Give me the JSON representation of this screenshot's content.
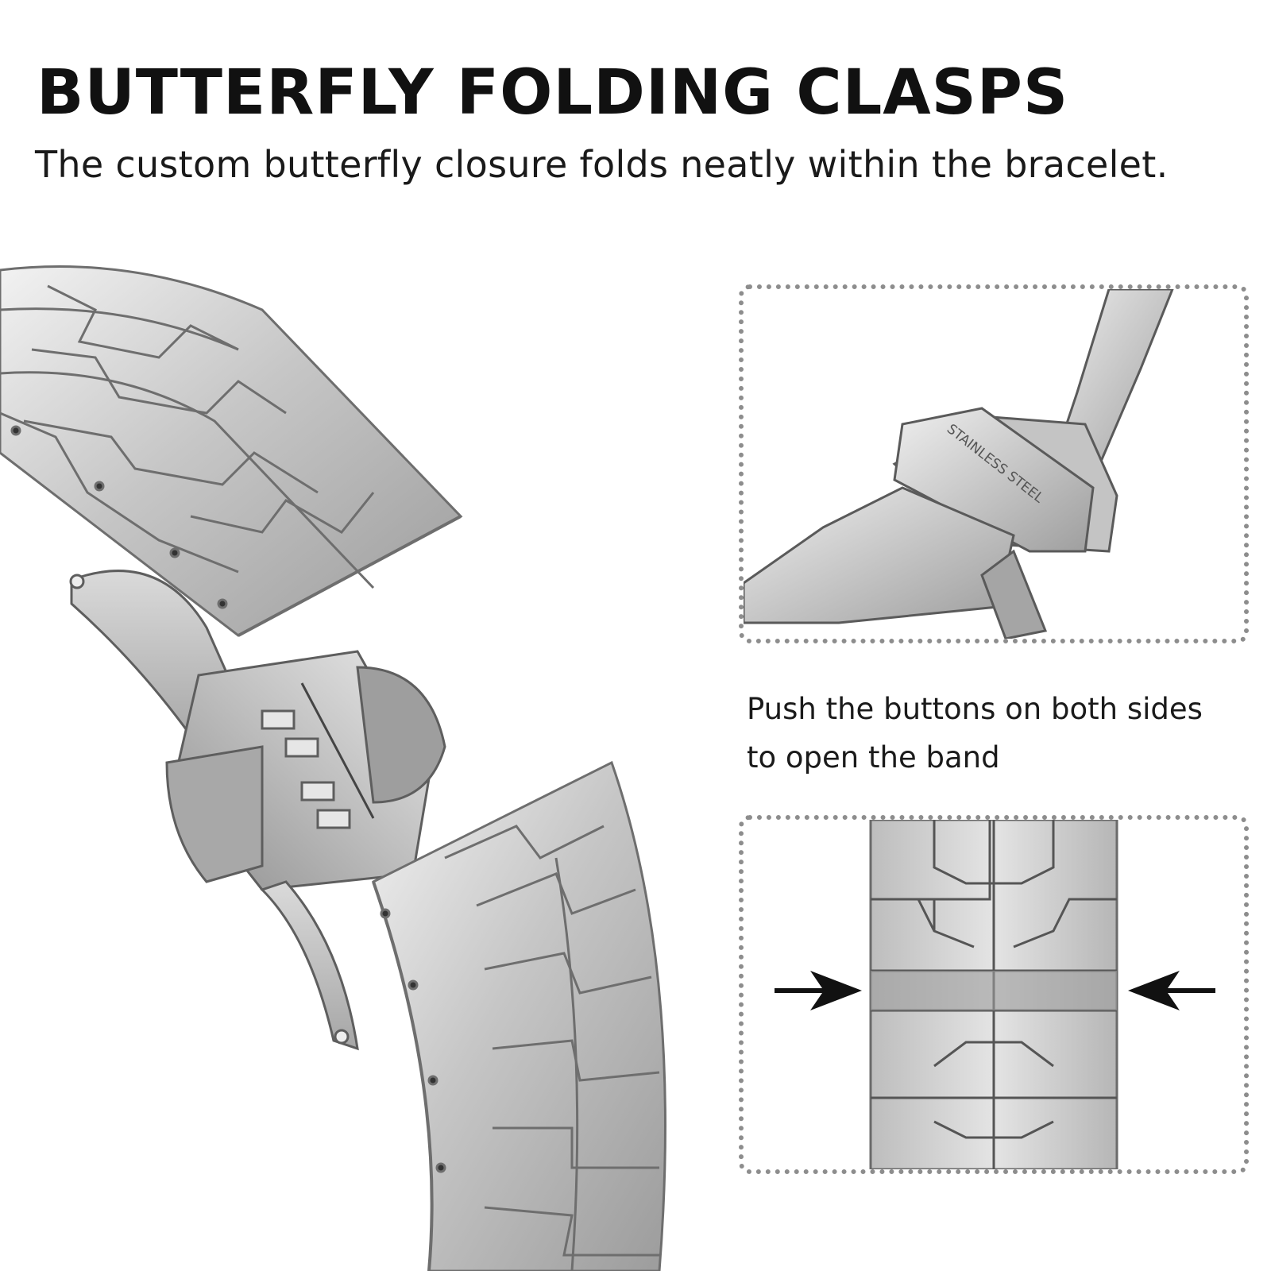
{
  "header": {
    "title": "BUTTERFLY FOLDING CLASPS",
    "subtitle": "The custom butterfly closure folds neatly within the bracelet."
  },
  "clasp_detail": {
    "engraving": "STAINLESS STEEL"
  },
  "instruction": {
    "line1": "Push the buttons on both sides",
    "line2": "to open the band"
  },
  "colors": {
    "steel": "#c9c9c9",
    "steel_dark": "#8a8a8a",
    "steel_light": "#ededed",
    "border": "#8d8d8d",
    "arrow": "#111111"
  },
  "icons": {
    "press_left": "arrow-right-icon",
    "press_right": "arrow-left-icon"
  }
}
